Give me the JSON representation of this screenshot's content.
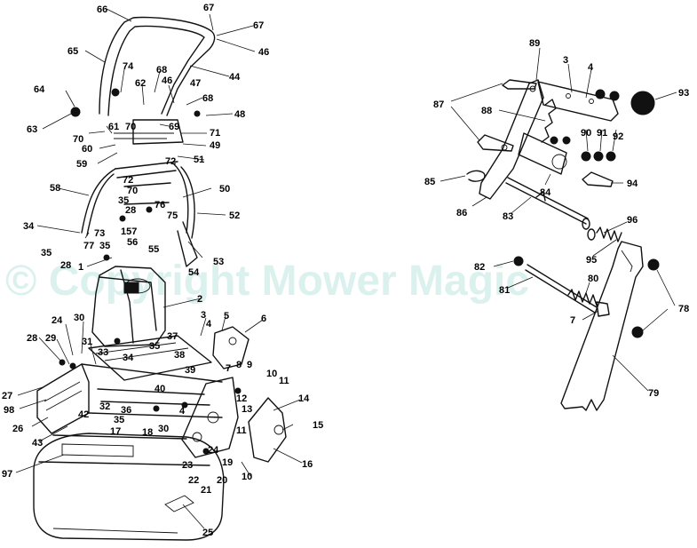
{
  "watermark": "© Copyright Mower Magic",
  "colors": {
    "ink": "#111111",
    "watermark": "#bfe6e0",
    "background": "#ffffff"
  },
  "labels": {
    "l66": "66",
    "l67a": "67",
    "l67b": "67",
    "l46a": "46",
    "l65": "65",
    "l74": "74",
    "l68a": "68",
    "l46b": "46",
    "l44": "44",
    "l64": "64",
    "l62": "62",
    "l47": "47",
    "l68b": "68",
    "l63": "63",
    "l48": "48",
    "l70a": "70",
    "l61": "61",
    "l70b": "70",
    "l69": "69",
    "l71": "71",
    "l60": "60",
    "l49": "49",
    "l59": "59",
    "l51": "51",
    "l72a": "72",
    "l72b": "72",
    "l58": "58",
    "l70c": "70",
    "l50": "50",
    "l35a": "35",
    "l76": "76",
    "l28a": "28",
    "l75": "75",
    "l52": "52",
    "l34a": "34",
    "l73": "73",
    "l157": "157",
    "l56": "56",
    "l35b": "35",
    "l77": "77",
    "l28b": "28",
    "l35c": "35",
    "l55": "55",
    "l53": "53",
    "l1": "1",
    "l54": "54",
    "l2": "2",
    "l3a": "3",
    "l5": "5",
    "l24a": "24",
    "l30a": "30",
    "l4a": "4",
    "l6": "6",
    "l28c": "28",
    "l29": "29",
    "l31": "31",
    "l37": "37",
    "l35d": "35",
    "l33": "33",
    "l34b": "34",
    "l38": "38",
    "l39": "39",
    "l7a": "7",
    "l8": "8",
    "l9": "9",
    "l10a": "10",
    "l11a": "11",
    "l27": "27",
    "l40": "40",
    "l12": "12",
    "l14": "14",
    "l98": "98",
    "l32": "32",
    "l36": "36",
    "l35e": "35",
    "l4b": "4",
    "l13": "13",
    "l26": "26",
    "l42": "42",
    "l17": "17",
    "l18": "18",
    "l30b": "30",
    "l24b": "24",
    "l11b": "11",
    "l15": "15",
    "l43": "43",
    "l23": "23",
    "l19": "19",
    "l16": "16",
    "l97": "97",
    "l22": "22",
    "l20": "20",
    "l10b": "10",
    "l21": "21",
    "l25": "25",
    "l89": "89",
    "l3b": "3",
    "l4c": "4",
    "l93": "93",
    "l87": "87",
    "l88": "88",
    "l90": "90",
    "l91": "91",
    "l92": "92",
    "l85": "85",
    "l84": "84",
    "l94": "94",
    "l86": "86",
    "l83": "83",
    "l96a": "96",
    "l95": "95",
    "l82": "82",
    "l81": "81",
    "l80": "80",
    "l78": "78",
    "l7b": "7",
    "l79": "79"
  }
}
